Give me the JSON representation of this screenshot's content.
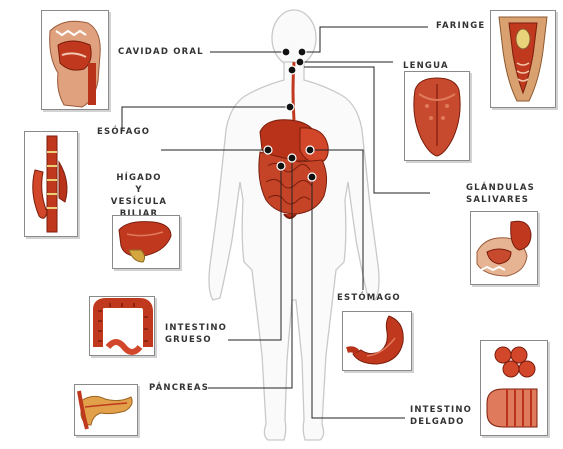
{
  "labels": {
    "faringe": "FARINGE",
    "cavidad_oral": "CAVIDAD ORAL",
    "lengua": "LENGUA",
    "esofago": "ESÓFAGO",
    "higado": "HÍGADO\nY VESÍCULA\nBILIAR",
    "glandulas": "GLÁNDULAS\nSALIVARES",
    "estomago": "ESTÓMAGO",
    "intestino_grueso": "INTESTINO\nGRUESO",
    "pancreas": "PÁNCREAS",
    "intestino_delgado": "INTESTINO\nDELGADO"
  },
  "colors": {
    "organ_red": "#c0391f",
    "organ_dark": "#8e2412",
    "body_outline": "#c9c9c9",
    "line": "#222222",
    "label_text": "#333333"
  },
  "icons": [
    "faringe-icon",
    "cavidad-oral-icon",
    "lengua-icon",
    "esofago-icon",
    "higado-icon",
    "glandulas-salivares-icon",
    "estomago-icon",
    "intestino-grueso-icon",
    "pancreas-icon",
    "intestino-delgado-icon"
  ]
}
